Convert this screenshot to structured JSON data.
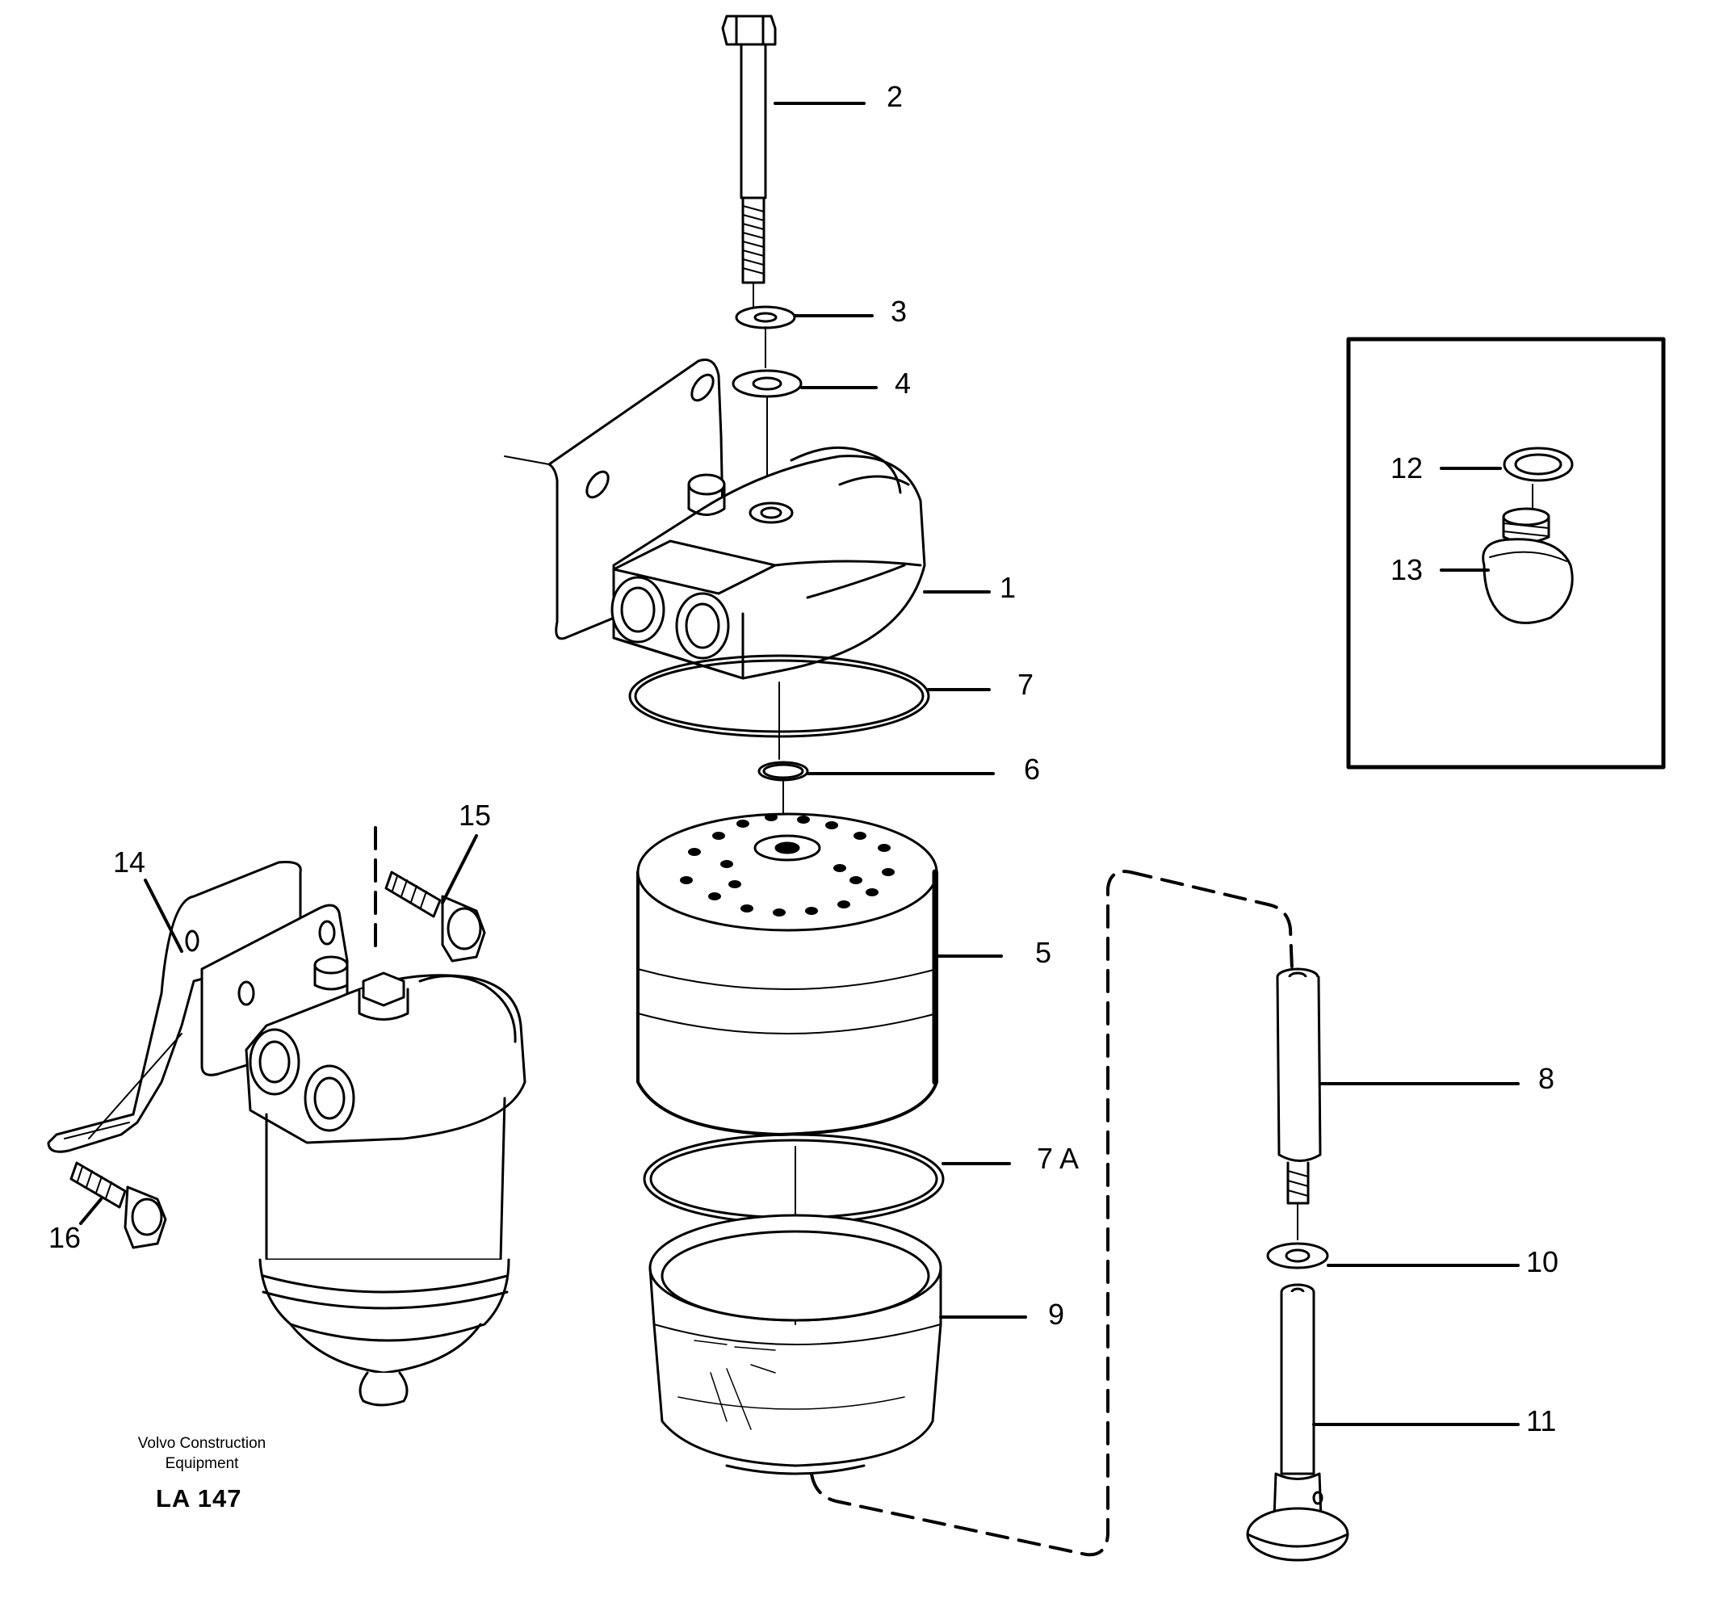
{
  "diagram": {
    "callouts": [
      "1",
      "2",
      "3",
      "4",
      "5",
      "6",
      "7",
      "7 A",
      "8",
      "9",
      "10",
      "11",
      "12",
      "13",
      "14",
      "15",
      "16"
    ],
    "caption_line1": "Volvo Construction",
    "caption_line2": "Equipment",
    "drawing_code": "LA 147"
  }
}
